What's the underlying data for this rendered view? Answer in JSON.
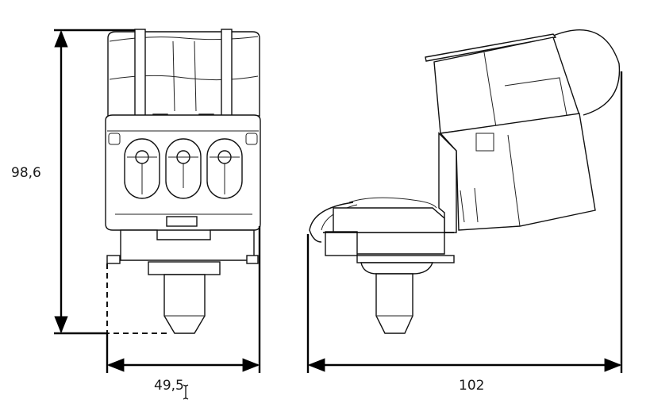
{
  "drawing": {
    "views": [
      "front-view",
      "side-view"
    ],
    "dimensions": {
      "height": "98,6",
      "width": "49,5",
      "depth": "102"
    }
  },
  "icons": {
    "cursor": "text-cursor-icon"
  }
}
